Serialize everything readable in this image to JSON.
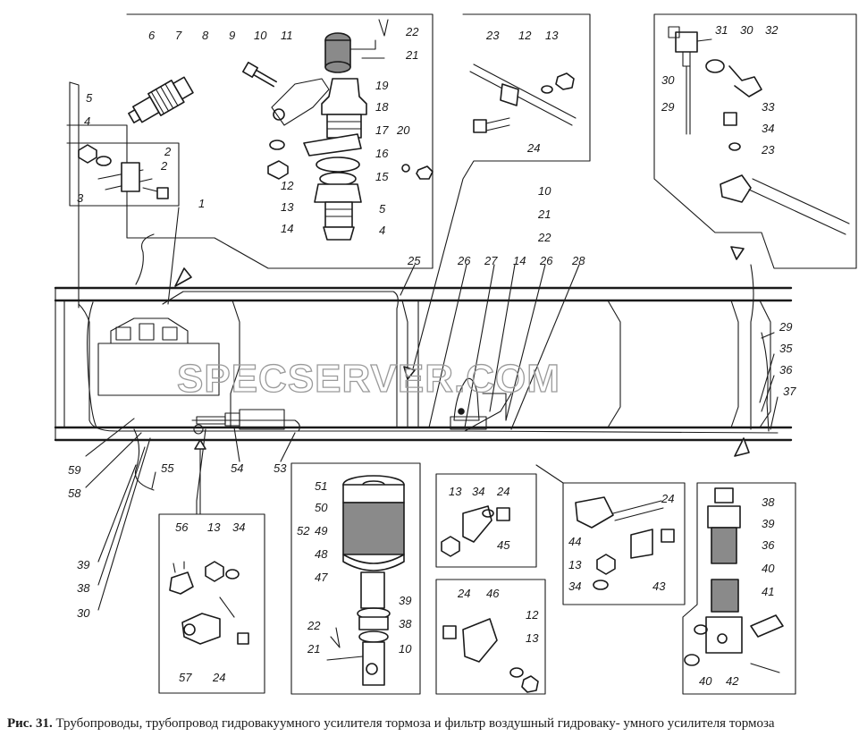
{
  "watermark": "SPECSERVER.COM",
  "caption": {
    "figure_label": "Рис. 31.",
    "text": "Трубопроводы, трубопровод гидровакуумного усилителя тормоза и фильтр воздушный гидроваку- умного усилителя тормоза"
  },
  "callouts": [
    "1",
    "2",
    "3",
    "4",
    "5",
    "6",
    "7",
    "8",
    "9",
    "10",
    "11",
    "12",
    "13",
    "14",
    "15",
    "16",
    "17",
    "18",
    "19",
    "20",
    "21",
    "22",
    "23",
    "24",
    "25",
    "26",
    "27",
    "28",
    "29",
    "30",
    "31",
    "32",
    "33",
    "34",
    "35",
    "36",
    "37",
    "38",
    "39",
    "40",
    "41",
    "42",
    "43",
    "44",
    "45",
    "46",
    "47",
    "48",
    "49",
    "50",
    "51",
    "52",
    "53",
    "54",
    "55",
    "56",
    "57",
    "58",
    "59"
  ]
}
